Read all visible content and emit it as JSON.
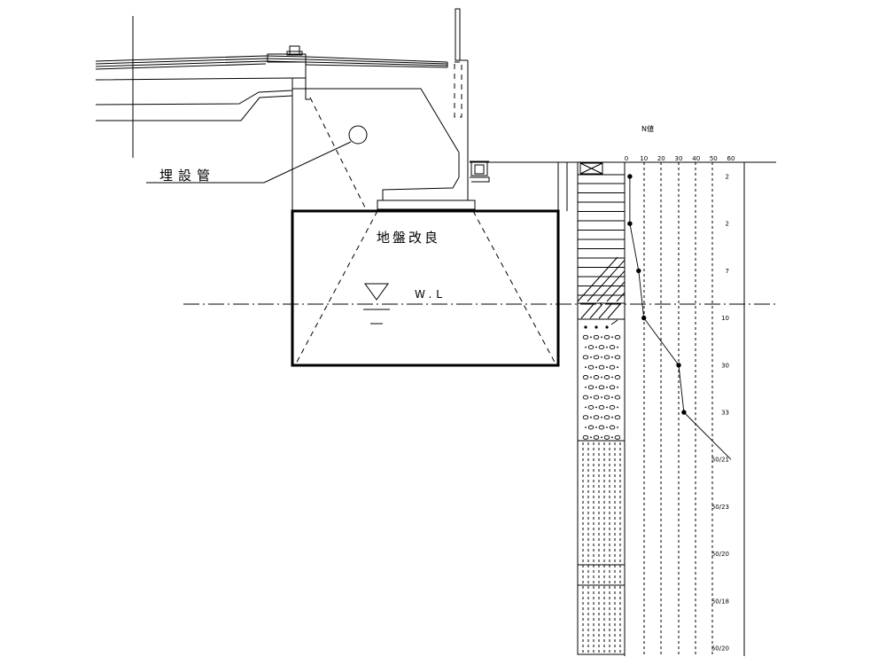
{
  "drawing": {
    "buried_pipe_label": "埋設管",
    "ground_improvement_label": "地盤改良",
    "water_level_label": "W.L"
  },
  "boring_log": {
    "n_value_header": "N値",
    "n_axis_ticks": [
      "0",
      "10",
      "20",
      "30",
      "40",
      "50",
      "60"
    ],
    "n_axis_range": [
      0,
      60
    ],
    "n_values": [
      "2",
      "2",
      "7",
      "10",
      "30",
      "33",
      "50/21",
      "50/23",
      "50/20",
      "50/18",
      "50/20"
    ]
  },
  "colors": {
    "line": "#000000",
    "background": "#ffffff"
  }
}
